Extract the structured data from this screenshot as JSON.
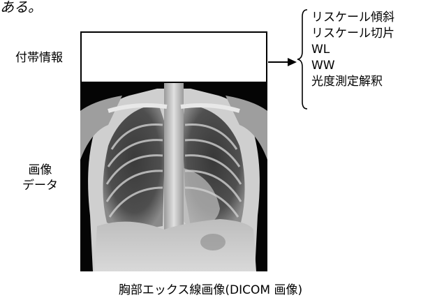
{
  "stray_text": "ある。",
  "labels": {
    "header_info": "付帯情報",
    "image_data_line1": "画像",
    "image_data_line2": "データ"
  },
  "header_fields": [
    "リスケール傾斜",
    "リスケール切片",
    "WL",
    "WW",
    "光度測定解釈"
  ],
  "caption": "胸部エックス線画像(DICOM 画像)"
}
